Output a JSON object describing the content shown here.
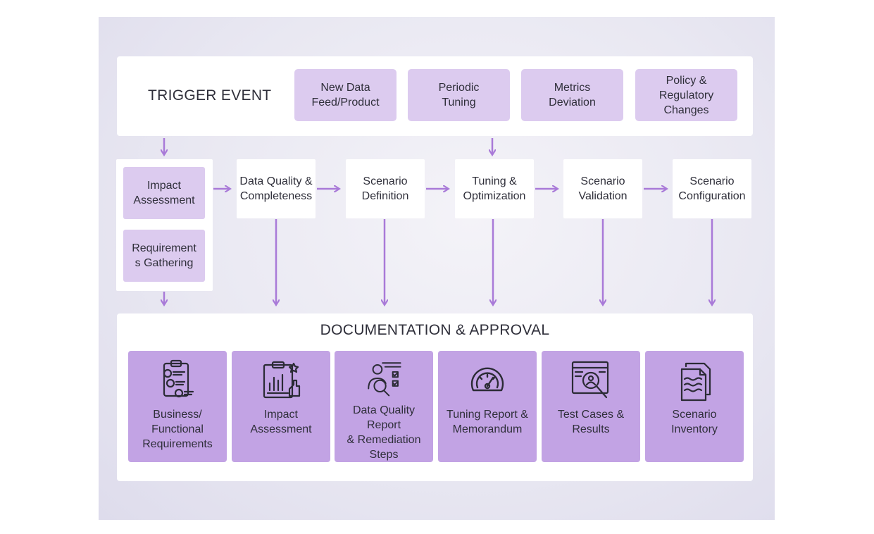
{
  "trigger": {
    "title": "TRIGGER EVENT",
    "events": [
      {
        "label_lines": [
          "New Data",
          "Feed/Product"
        ]
      },
      {
        "label_lines": [
          "Periodic",
          "Tuning"
        ]
      },
      {
        "label_lines": [
          "Metrics",
          "Deviation"
        ]
      },
      {
        "label_lines": [
          "Policy &",
          "Regulatory",
          "Changes"
        ]
      }
    ]
  },
  "planning": {
    "items": [
      {
        "label_lines": [
          "Impact",
          "Assessment"
        ]
      },
      {
        "label_lines": [
          "Requirement",
          "s Gathering"
        ]
      }
    ]
  },
  "process": {
    "steps": [
      {
        "label_lines": [
          "Data Quality &",
          "Completeness"
        ]
      },
      {
        "label_lines": [
          "Scenario",
          "Definition"
        ]
      },
      {
        "label_lines": [
          "Tuning &",
          "Optimization"
        ]
      },
      {
        "label_lines": [
          "Scenario",
          "Validation"
        ]
      },
      {
        "label_lines": [
          "Scenario",
          "Configuration"
        ]
      }
    ]
  },
  "documentation": {
    "title": "DOCUMENTATION & APPROVAL",
    "items": [
      {
        "label_lines": [
          "Business/",
          "Functional",
          "Requirements"
        ],
        "icon": "numbered-checklist-icon"
      },
      {
        "label_lines": [
          "Impact",
          "Assessment"
        ],
        "icon": "chart-report-icon"
      },
      {
        "label_lines": [
          "Data Quality Report",
          "& Remediation",
          "Steps"
        ],
        "icon": "analyst-checklist-icon"
      },
      {
        "label_lines": [
          "Tuning Report &",
          "Memorandum"
        ],
        "icon": "gauge-icon"
      },
      {
        "label_lines": [
          "Test Cases &",
          "Results"
        ],
        "icon": "magnifier-screen-icon"
      },
      {
        "label_lines": [
          "Scenario",
          "Inventory"
        ],
        "icon": "document-stack-icon"
      }
    ]
  },
  "colors": {
    "arrow": "#a97ad8",
    "light_box": "#dccbef",
    "doc_box": "#c2a3e4"
  }
}
